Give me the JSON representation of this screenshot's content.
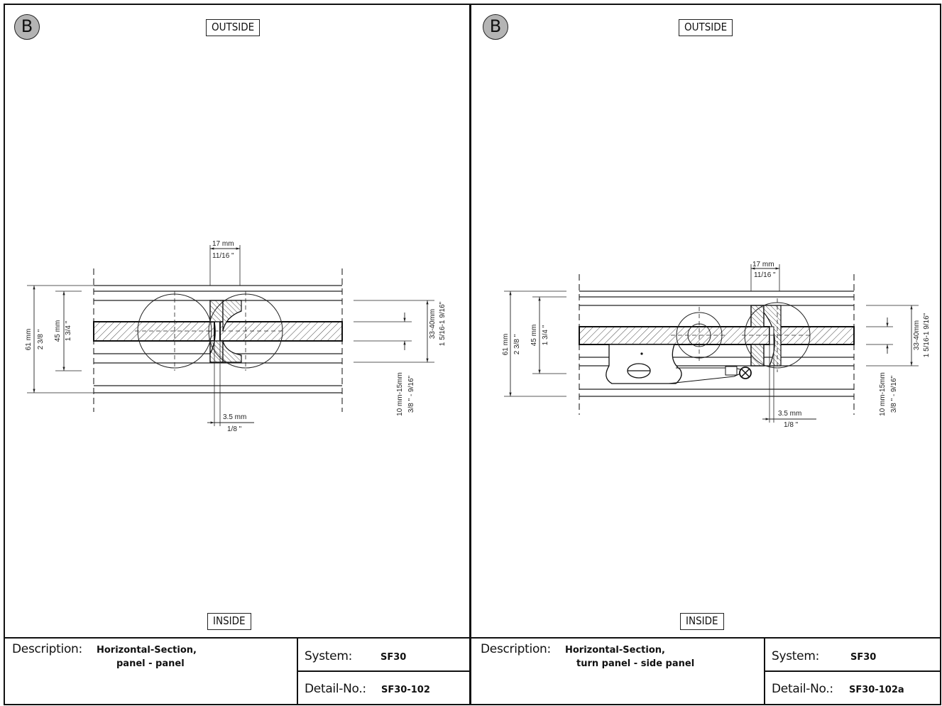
{
  "sheets": [
    {
      "marker": "B",
      "outside_label": "OUTSIDE",
      "inside_label": "INSIDE",
      "description_key": "Description:",
      "description_line1": "Horizontal-Section,",
      "description_line2": "panel - panel",
      "system_key": "System:",
      "system_value": "SF30",
      "detail_key": "Detail-No.:",
      "detail_value": "SF30-102",
      "dims": {
        "gap_mm": "17 mm",
        "gap_in": "11/16 \"",
        "overall_mm": "61 mm",
        "overall_in": "2 3/8 \"",
        "mid_mm": "45 mm",
        "mid_in": "1 3/4 \"",
        "glass_mm": "33-40mm",
        "glass_in": "1 5/16-1 9/16\"",
        "thick_mm": "10 mm-15mm",
        "thick_in": "3/8 \" - 9/16\"",
        "seal_mm": "3.5 mm",
        "seal_in": "1/8 \""
      }
    },
    {
      "marker": "B",
      "outside_label": "OUTSIDE",
      "inside_label": "INSIDE",
      "description_key": "Description:",
      "description_line1": "Horizontal-Section,",
      "description_line2": "turn panel - side panel",
      "system_key": "System:",
      "system_value": "SF30",
      "detail_key": "Detail-No.:",
      "detail_value": "SF30-102a",
      "dims": {
        "gap_mm": "17 mm",
        "gap_in": "11/16 \"",
        "overall_mm": "61 mm",
        "overall_in": "2 3/8 \"",
        "mid_mm": "45 mm",
        "mid_in": "1 3/4 \"",
        "glass_mm": "33-40mm",
        "glass_in": "1 5/16-1 9/16\"",
        "thick_mm": "10 mm-15mm",
        "thick_in": "3/8 \" - 9/16\"",
        "seal_mm": "3.5 mm",
        "seal_in": "1/8 \""
      }
    }
  ]
}
